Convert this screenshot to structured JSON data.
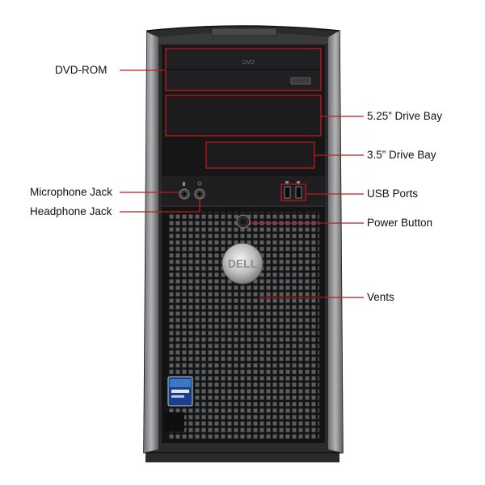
{
  "labels": {
    "dvd_rom": "DVD-ROM",
    "drive_bay_525": "5.25” Drive Bay",
    "drive_bay_35": "3.5” Drive Bay",
    "usb_ports": "USB Ports",
    "microphone_jack": "Microphone Jack",
    "headphone_jack": "Headphone Jack",
    "power_button": "Power Button",
    "vents": "Vents"
  },
  "colors": {
    "callout": "#c0181b",
    "case_dark": "#1b1b1c",
    "bezel_silver": "#9a9b9d"
  },
  "icons": {
    "brand_logo": "dell-logo-icon",
    "cpu_sticker": "intel-core-sticker-icon"
  }
}
